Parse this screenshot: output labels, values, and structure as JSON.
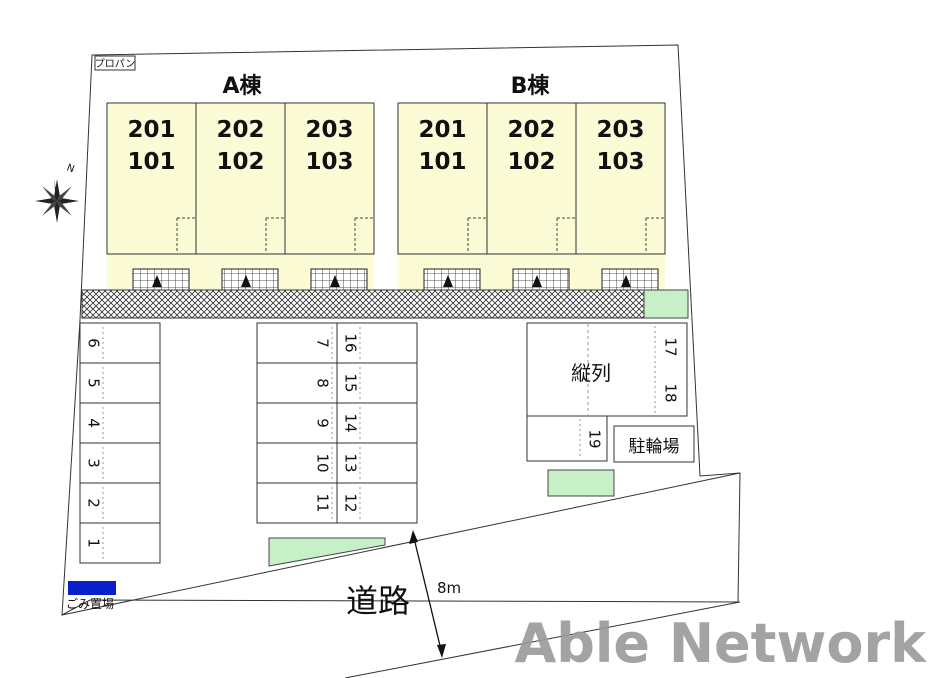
{
  "labels": {
    "propane": "プロパン",
    "building_a": "A棟",
    "building_b": "B棟",
    "tandem": "縦列",
    "bicycle": "駐輪場",
    "road": "道路",
    "road_width": "8m",
    "garbage": "ごみ置場",
    "north": "N"
  },
  "building_a_units": [
    {
      "upper": "201",
      "lower": "101"
    },
    {
      "upper": "202",
      "lower": "102"
    },
    {
      "upper": "203",
      "lower": "103"
    }
  ],
  "building_b_units": [
    {
      "upper": "201",
      "lower": "101"
    },
    {
      "upper": "202",
      "lower": "102"
    },
    {
      "upper": "203",
      "lower": "103"
    }
  ],
  "parking": {
    "left_column": [
      "6",
      "5",
      "4",
      "3",
      "2",
      "1"
    ],
    "middle_left": [
      "7",
      "8",
      "9",
      "10",
      "11"
    ],
    "middle_right": [
      "16",
      "15",
      "14",
      "13",
      "12"
    ],
    "right": [
      "17",
      "18",
      "19"
    ]
  },
  "colors": {
    "building": "#fbfbd6",
    "green_area": "#c8f0c8",
    "garbage": "#0a1ecc",
    "watermark": "#9a9a9a"
  },
  "watermark": "Able Network"
}
